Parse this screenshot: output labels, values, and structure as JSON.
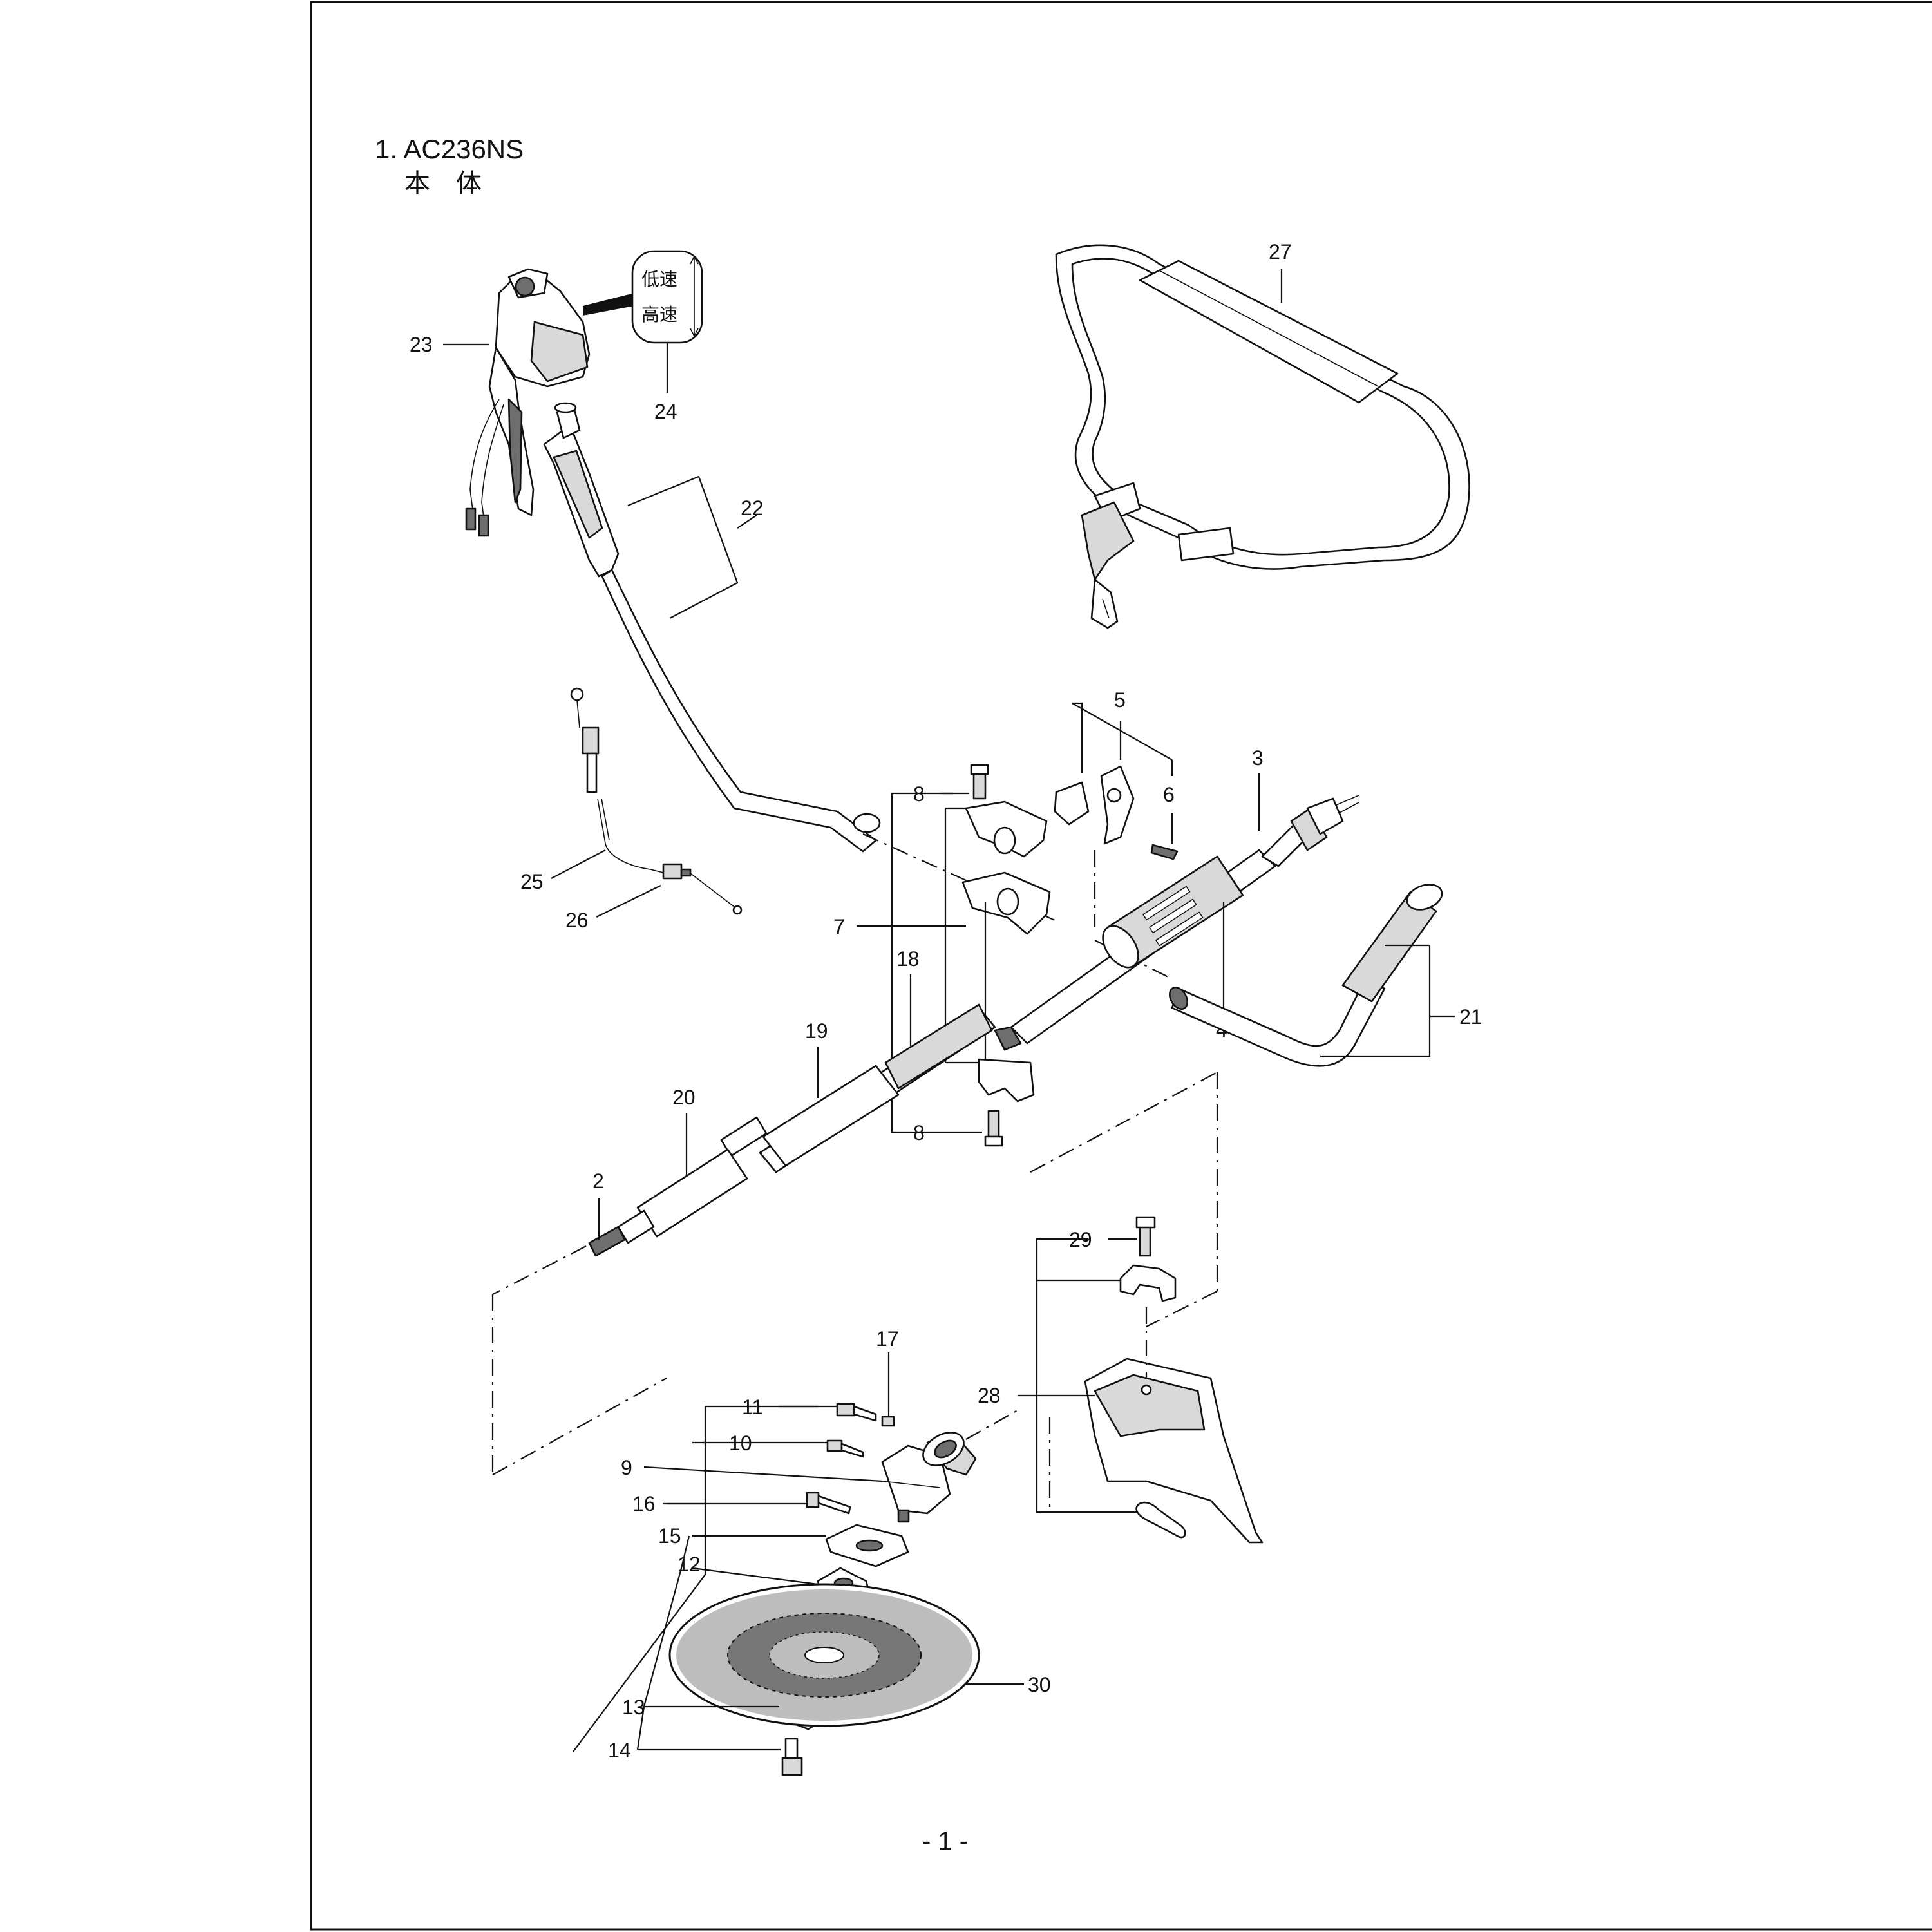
{
  "title": "1. AC236NS",
  "subtitle": "本　体",
  "page_number": "- 1 -",
  "speed_label": {
    "low": "低速",
    "high": "高速"
  },
  "callouts": {
    "c2": "2",
    "c3": "3",
    "c4": "4",
    "c5": "5",
    "c6": "6",
    "c7": "7",
    "c8a": "8",
    "c8b": "8",
    "c9": "9",
    "c10": "10",
    "c11": "11",
    "c12": "12",
    "c13": "13",
    "c14": "14",
    "c15": "15",
    "c16": "16",
    "c17": "17",
    "c18": "18",
    "c19": "19",
    "c20": "20",
    "c21": "21",
    "c22": "22",
    "c23": "23",
    "c24": "24",
    "c25": "25",
    "c26": "26",
    "c27": "27",
    "c28": "28",
    "c29": "29",
    "c30": "30"
  }
}
